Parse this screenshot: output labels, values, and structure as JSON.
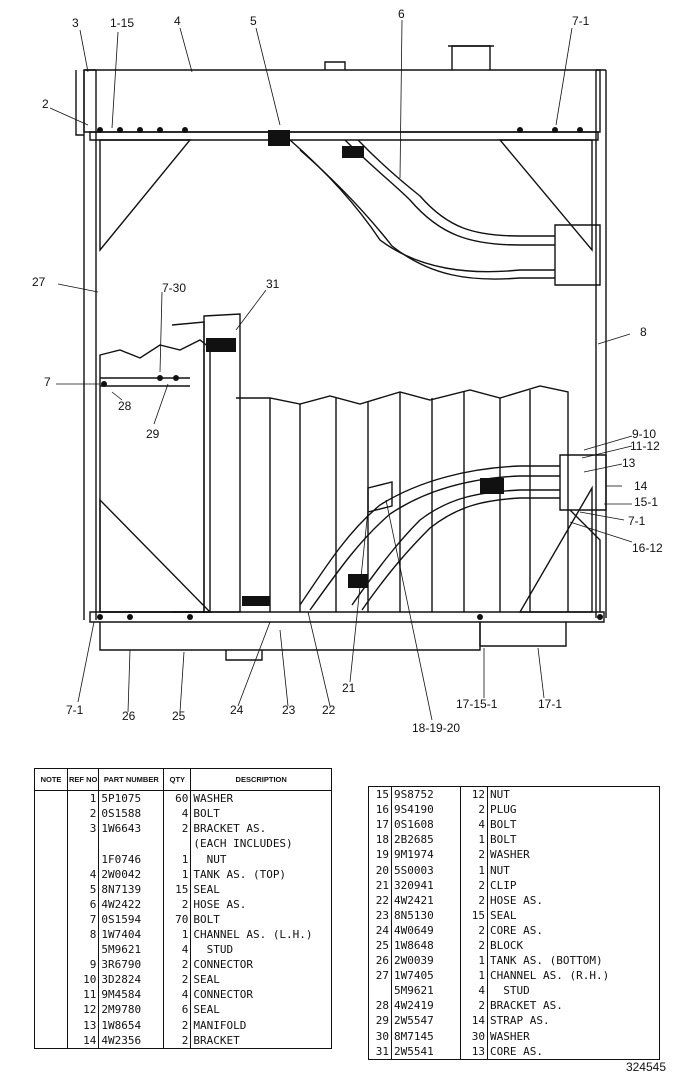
{
  "callouts": [
    {
      "id": "c3",
      "text": "3"
    },
    {
      "id": "c1-15",
      "text": "1-15"
    },
    {
      "id": "c4",
      "text": "4"
    },
    {
      "id": "c5",
      "text": "5"
    },
    {
      "id": "c6",
      "text": "6"
    },
    {
      "id": "c7-1a",
      "text": "7-1"
    },
    {
      "id": "c2",
      "text": "2"
    },
    {
      "id": "c27",
      "text": "27"
    },
    {
      "id": "c7-30",
      "text": "7-30"
    },
    {
      "id": "c31",
      "text": "31"
    },
    {
      "id": "c8",
      "text": "8"
    },
    {
      "id": "c7",
      "text": "7"
    },
    {
      "id": "c28",
      "text": "28"
    },
    {
      "id": "c29",
      "text": "29"
    },
    {
      "id": "c9-10",
      "text": "9-10"
    },
    {
      "id": "c11-12",
      "text": "11-12"
    },
    {
      "id": "c13",
      "text": "13"
    },
    {
      "id": "c14",
      "text": "14"
    },
    {
      "id": "c15-1",
      "text": "15-1"
    },
    {
      "id": "c7-1b",
      "text": "7-1"
    },
    {
      "id": "c16-12",
      "text": "16-12"
    },
    {
      "id": "c7-1c",
      "text": "7-1"
    },
    {
      "id": "c26",
      "text": "26"
    },
    {
      "id": "c25",
      "text": "25"
    },
    {
      "id": "c24",
      "text": "24"
    },
    {
      "id": "c23",
      "text": "23"
    },
    {
      "id": "c22",
      "text": "22"
    },
    {
      "id": "c21",
      "text": "21"
    },
    {
      "id": "c18-19-20",
      "text": "18-19-20"
    },
    {
      "id": "c17-15-1",
      "text": "17-15-1"
    },
    {
      "id": "c17-1",
      "text": "17-1"
    }
  ],
  "table_headers": {
    "note": "NOTE",
    "ref_no": "REF NO",
    "part_number": "PART NUMBER",
    "qty": "QTY",
    "description": "DESCRIPTION"
  },
  "parts_left": [
    {
      "ref": "1",
      "part": "5P1075",
      "qty": "60",
      "desc": "WASHER"
    },
    {
      "ref": "2",
      "part": "0S1588",
      "qty": "4",
      "desc": "BOLT"
    },
    {
      "ref": "3",
      "part": "1W6643",
      "qty": "2",
      "desc": "BRACKET AS."
    },
    {
      "ref": "",
      "part": "",
      "qty": "",
      "desc": "(EACH INCLUDES)"
    },
    {
      "ref": "",
      "part": "1F0746",
      "qty": "1",
      "desc": "  NUT"
    },
    {
      "ref": "4",
      "part": "2W0042",
      "qty": "1",
      "desc": "TANK AS. (TOP)"
    },
    {
      "ref": "5",
      "part": "8N7139",
      "qty": "15",
      "desc": "SEAL"
    },
    {
      "ref": "6",
      "part": "4W2422",
      "qty": "2",
      "desc": "HOSE AS."
    },
    {
      "ref": "7",
      "part": "0S1594",
      "qty": "70",
      "desc": "BOLT"
    },
    {
      "ref": "8",
      "part": "1W7404",
      "qty": "1",
      "desc": "CHANNEL AS. (L.H.)"
    },
    {
      "ref": "",
      "part": "5M9621",
      "qty": "4",
      "desc": "  STUD"
    },
    {
      "ref": "9",
      "part": "3R6790",
      "qty": "2",
      "desc": "CONNECTOR"
    },
    {
      "ref": "10",
      "part": "3D2824",
      "qty": "2",
      "desc": "SEAL"
    },
    {
      "ref": "11",
      "part": "9M4584",
      "qty": "4",
      "desc": "CONNECTOR"
    },
    {
      "ref": "12",
      "part": "2M9780",
      "qty": "6",
      "desc": "SEAL"
    },
    {
      "ref": "13",
      "part": "1W8654",
      "qty": "2",
      "desc": "MANIFOLD"
    },
    {
      "ref": "14",
      "part": "4W2356",
      "qty": "2",
      "desc": "BRACKET"
    }
  ],
  "parts_right": [
    {
      "ref": "15",
      "part": "9S8752",
      "qty": "12",
      "desc": "NUT"
    },
    {
      "ref": "16",
      "part": "9S4190",
      "qty": "2",
      "desc": "PLUG"
    },
    {
      "ref": "17",
      "part": "0S1608",
      "qty": "4",
      "desc": "BOLT"
    },
    {
      "ref": "18",
      "part": "2B2685",
      "qty": "1",
      "desc": "BOLT"
    },
    {
      "ref": "19",
      "part": "9M1974",
      "qty": "2",
      "desc": "WASHER"
    },
    {
      "ref": "20",
      "part": "5S0003",
      "qty": "1",
      "desc": "NUT"
    },
    {
      "ref": "21",
      "part": "320941",
      "qty": "2",
      "desc": "CLIP"
    },
    {
      "ref": "22",
      "part": "4W2421",
      "qty": "2",
      "desc": "HOSE AS."
    },
    {
      "ref": "23",
      "part": "8N5130",
      "qty": "15",
      "desc": "SEAL"
    },
    {
      "ref": "24",
      "part": "4W0649",
      "qty": "2",
      "desc": "CORE AS."
    },
    {
      "ref": "25",
      "part": "1W8648",
      "qty": "2",
      "desc": "BLOCK"
    },
    {
      "ref": "26",
      "part": "2W0039",
      "qty": "1",
      "desc": "TANK AS. (BOTTOM)"
    },
    {
      "ref": "27",
      "part": "1W7405",
      "qty": "1",
      "desc": "CHANNEL AS. (R.H.)"
    },
    {
      "ref": "",
      "part": "5M9621",
      "qty": "4",
      "desc": "  STUD"
    },
    {
      "ref": "28",
      "part": "4W2419",
      "qty": "2",
      "desc": "BRACKET AS."
    },
    {
      "ref": "29",
      "part": "2W5547",
      "qty": "14",
      "desc": "STRAP AS."
    },
    {
      "ref": "30",
      "part": "8M7145",
      "qty": "30",
      "desc": "WASHER"
    },
    {
      "ref": "31",
      "part": "2W5541",
      "qty": "13",
      "desc": "CORE AS."
    }
  ],
  "figure_number": "324545"
}
